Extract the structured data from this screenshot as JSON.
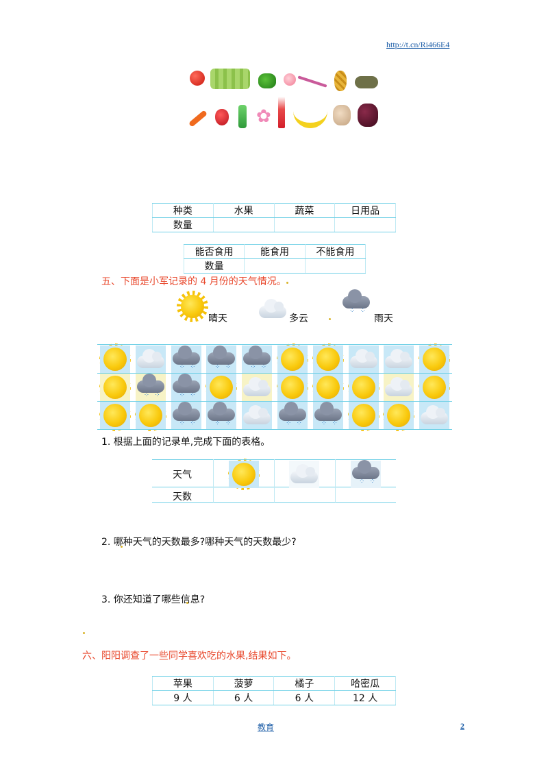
{
  "header": {
    "link": "http://t.cn/Ri466E4"
  },
  "table_category": {
    "row1": [
      "种类",
      "水果",
      "蔬菜",
      "日用品"
    ],
    "row2": [
      "数量",
      "",
      "",
      ""
    ]
  },
  "table_edible": {
    "row1": [
      "能否食用",
      "能食用",
      "不能食用"
    ],
    "row2": [
      "数量",
      "",
      ""
    ]
  },
  "section5": {
    "title": "五、下面是小军记录的 4 月份的天气情况。",
    "legend": {
      "sunny": "晴天",
      "cloudy": "多云",
      "rainy": "雨天"
    },
    "grid": [
      [
        "sun",
        "cloud",
        "rain",
        "rain",
        "rain",
        "sun",
        "sun",
        "cloud",
        "cloud",
        "sun"
      ],
      [
        "sun",
        "rain",
        "rain",
        "sun",
        "cloud",
        "sun",
        "sun",
        "sun",
        "cloud",
        "sun"
      ],
      [
        "sun",
        "sun",
        "rain",
        "rain",
        "cloud",
        "rain",
        "rain",
        "sun",
        "sun",
        "cloud"
      ]
    ],
    "q1": "1. 根据上面的记录单,完成下面的表格。",
    "weather_table": {
      "row1_label": "天气",
      "row2_label": "天数"
    },
    "q2": "2. 哪种天气的天数最多?哪种天气的天数最少?",
    "q3": "3. 你还知道了哪些信息?"
  },
  "section6": {
    "title": "六、阳阳调查了一些同学喜欢吃的水果,结果如下。",
    "headers": [
      "苹果",
      "菠萝",
      "橘子",
      "哈密瓜"
    ],
    "values": [
      "9 人",
      "6 人",
      "6 人",
      "12 人"
    ]
  },
  "footer": {
    "center": "教育",
    "page": "2"
  },
  "colors": {
    "accent_red": "#e8472b",
    "table_line": "#6fd0e6",
    "link": "#1f5fa8"
  }
}
